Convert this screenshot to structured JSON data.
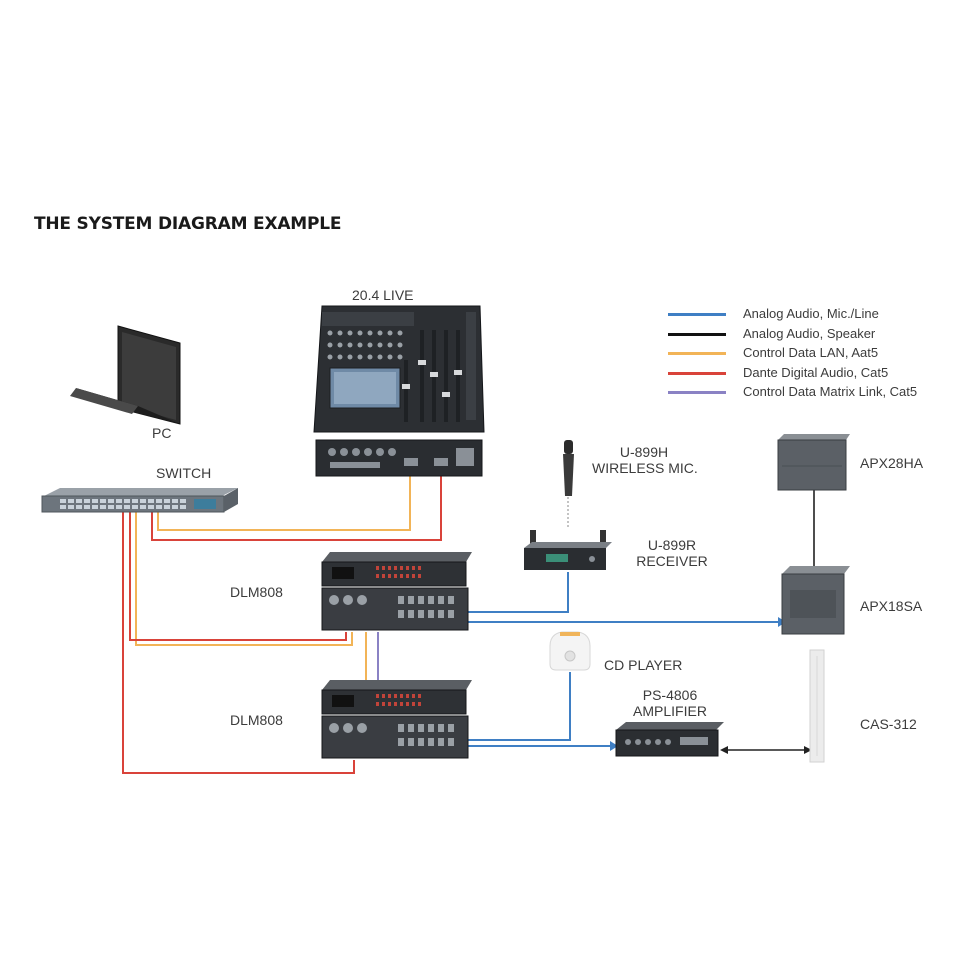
{
  "title": "THE SYSTEM DIAGRAM EXAMPLE",
  "legend": [
    {
      "label": "Analog Audio, Mic./Line",
      "color": "#3f7fc4"
    },
    {
      "label": "Analog Audio, Speaker",
      "color": "#111111"
    },
    {
      "label": "Control Data LAN, Aat5",
      "color": "#f2b457"
    },
    {
      "label": "Dante Digital Audio, Cat5",
      "color": "#d9433a"
    },
    {
      "label": "Control Data Matrix Link, Cat5",
      "color": "#8a82c4"
    }
  ],
  "devices": {
    "mixer": "20.4 LIVE",
    "pc": "PC",
    "switch": "SWITCH",
    "mic_line1": "U-899H",
    "mic_line2": "WIRELESS MIC.",
    "receiver_line1": "U-899R",
    "receiver_line2": "RECEIVER",
    "dlm_top": "DLM808",
    "dlm_bottom": "DLM808",
    "speaker_top": "APX28HA",
    "subwoofer": "APX18SA",
    "cd_player": "CD PLAYER",
    "amp_line1": "PS-4806",
    "amp_line2": "AMPLIFIER",
    "column_speaker": "CAS-312"
  }
}
